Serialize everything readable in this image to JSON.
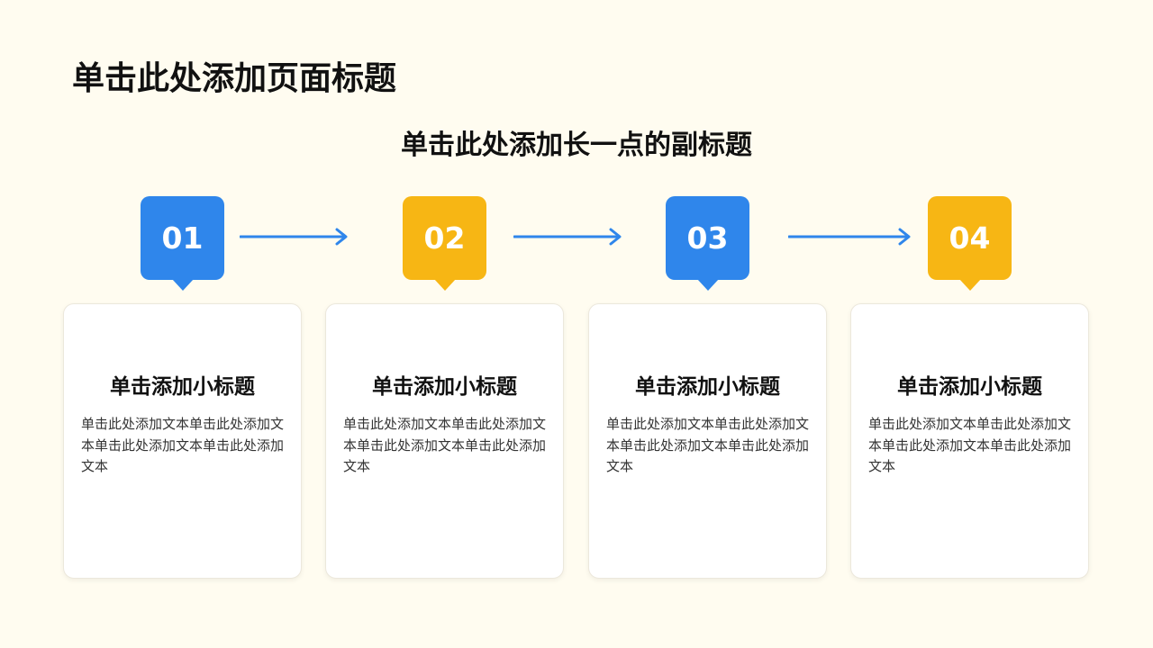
{
  "page": {
    "title": "单击此处添加页面标题",
    "subtitle": "单击此处添加长一点的副标题"
  },
  "colors": {
    "background": "#fffcf0",
    "blue": "#2f86eb",
    "yellow": "#f7b614",
    "arrow": "#2f86eb"
  },
  "steps": [
    {
      "number": "01",
      "color": "blue",
      "heading": "单击添加小标题",
      "body": "单击此处添加文本单击此处添加文本单击此处添加文本单击此处添加文本"
    },
    {
      "number": "02",
      "color": "yellow",
      "heading": "单击添加小标题",
      "body": "单击此处添加文本单击此处添加文本单击此处添加文本单击此处添加文本"
    },
    {
      "number": "03",
      "color": "blue",
      "heading": "单击添加小标题",
      "body": "单击此处添加文本单击此处添加文本单击此处添加文本单击此处添加文本"
    },
    {
      "number": "04",
      "color": "yellow",
      "heading": "单击添加小标题",
      "body": "单击此处添加文本单击此处添加文本单击此处添加文本单击此处添加文本"
    }
  ]
}
